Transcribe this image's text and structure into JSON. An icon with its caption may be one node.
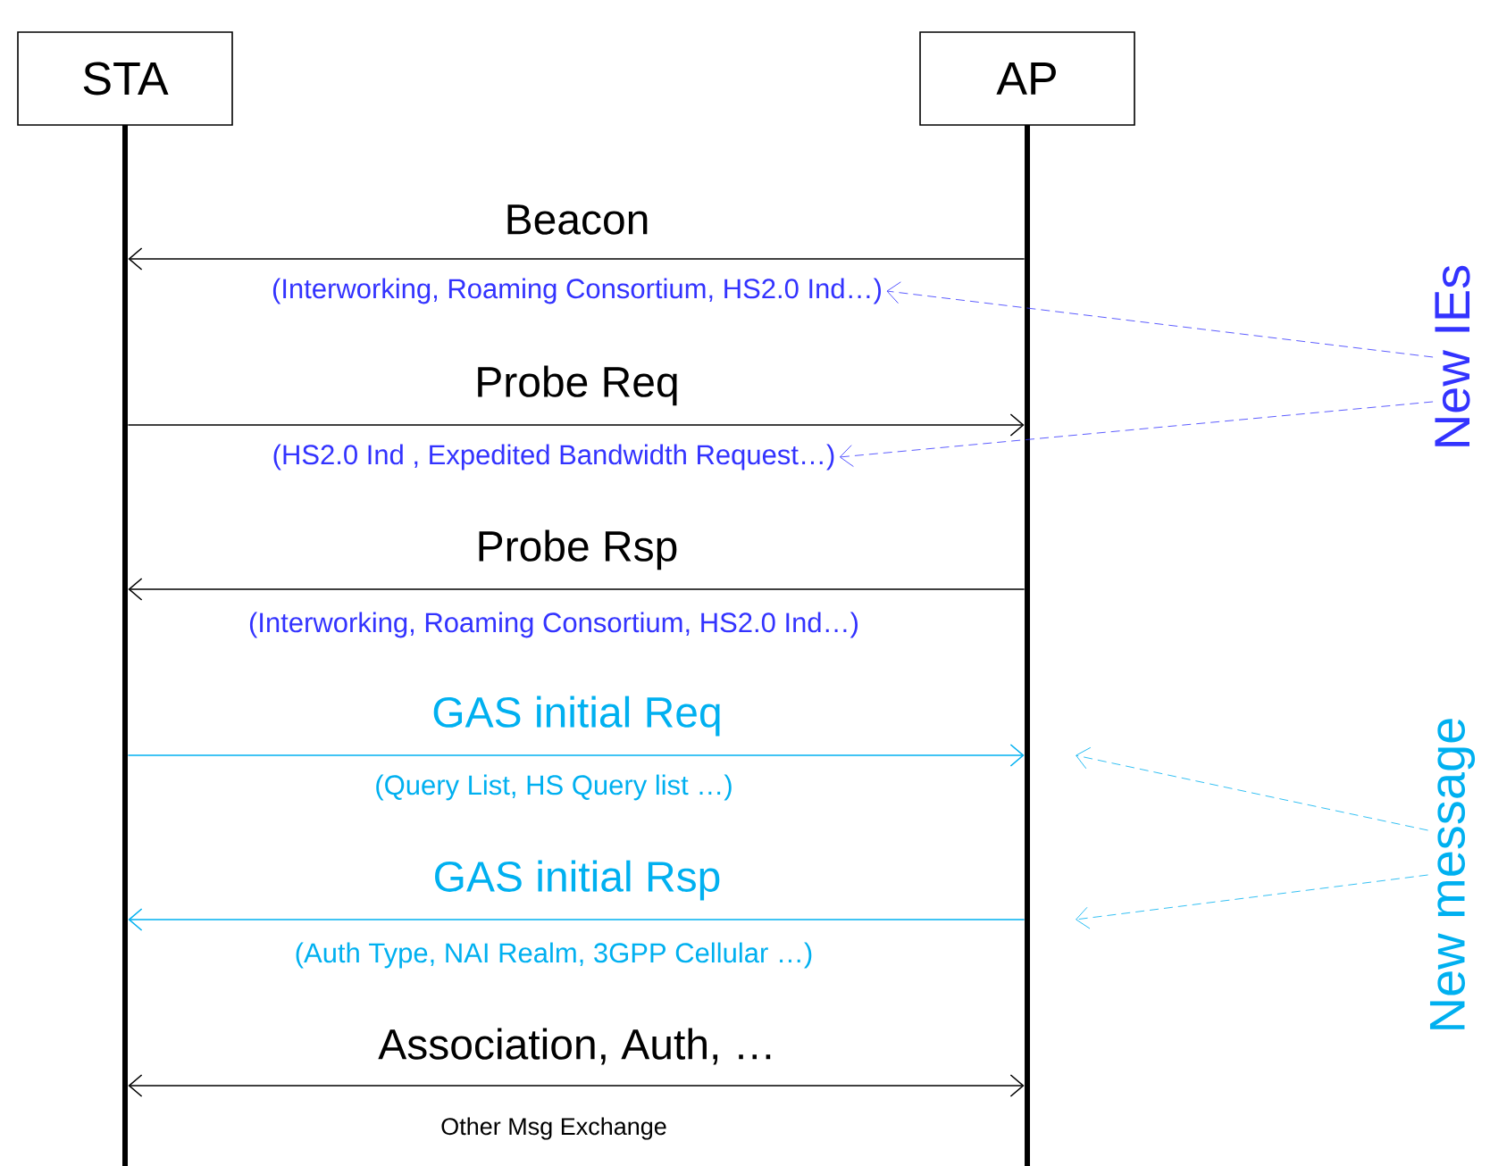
{
  "diagram": {
    "nodes": [
      {
        "text": [
          "STA"
        ]
      },
      {
        "text": [
          "AP"
        ]
      },
      {
        "text": [
          "New IEs"
        ]
      },
      {
        "text": [
          "New message"
        ]
      },
      {
        "text": [
          "(Interworking, Roaming Consortium, HS2.0 Ind…)"
        ]
      },
      {
        "text": [
          "(HS2.0 Ind , Expedited Bandwidth Request…)"
        ]
      },
      {
        "text": [],
        "shape": "bar"
      },
      {
        "text": [],
        "shape": "bar"
      }
    ],
    "edges": [
      {
        "from": 7,
        "to": 6,
        "arrow": "to",
        "label": "Beacon"
      },
      {
        "from": 6,
        "to": 7,
        "arrow": "to",
        "label": "Probe Req"
      },
      {
        "from": 7,
        "to": 6,
        "arrow": "to",
        "label": "Probe Rsp"
      },
      {
        "from": 6,
        "to": 7,
        "arrow": "to",
        "label": "GAS initial  Req",
        "color": "#00b0f0"
      },
      {
        "from": 7,
        "to": 6,
        "arrow": "to",
        "label": "GAS initial  Rsp",
        "color": "#00b0f0"
      },
      {
        "from": 6,
        "to": 7,
        "arrow": "both",
        "label": "Association, Auth, …"
      },
      {
        "from": 2,
        "to": 4,
        "arrow": "to",
        "style": "dashed",
        "color": "#3333ff"
      },
      {
        "from": 2,
        "to": 5,
        "arrow": "to",
        "style": "dashed",
        "color": "#3333ff"
      },
      {
        "from": 3,
        "to": null,
        "arrow": "to",
        "style": "dashed",
        "color": "#00b0f0"
      },
      {
        "from": 3,
        "to": null,
        "arrow": "to",
        "style": "dashed",
        "color": "#00b0f0"
      }
    ],
    "labels": [
      "(Interworking, Roaming Consortium, HS2.0 Ind…)",
      "(Query List, HS Query list …)",
      "(Auth Type, NAI Realm, 3GPP Cellular …)",
      "Other  Msg Exchange"
    ]
  }
}
